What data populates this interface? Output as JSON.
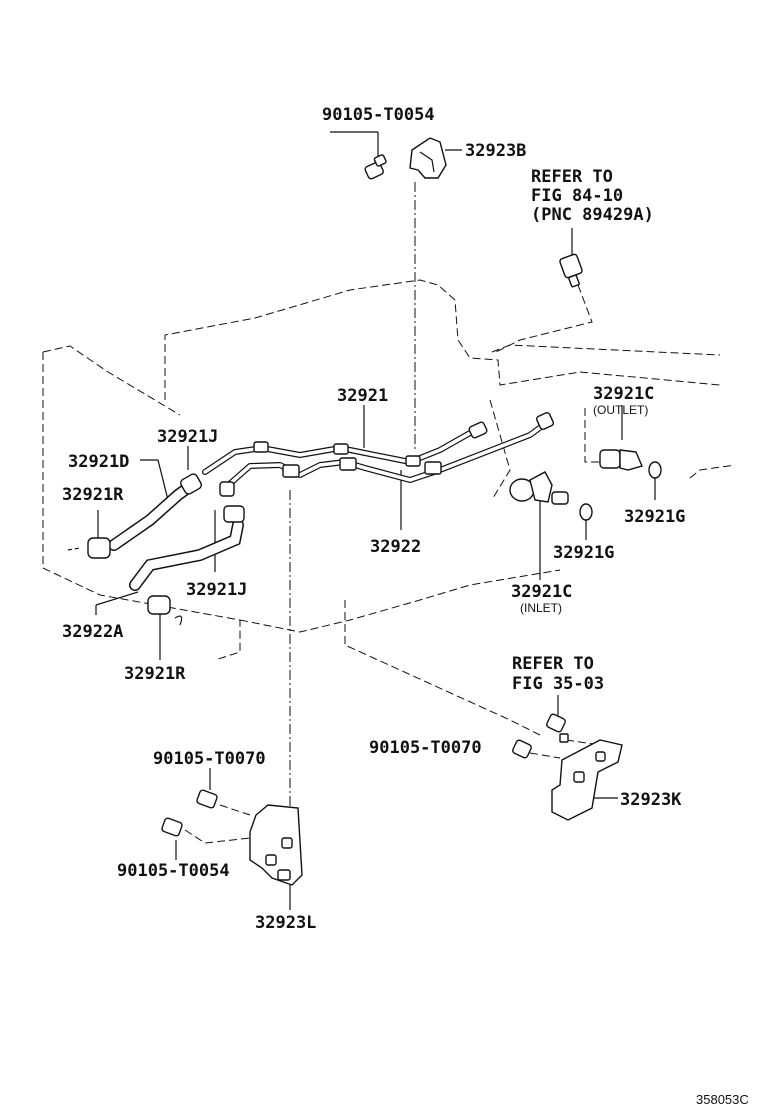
{
  "labels": {
    "bolt_top": "90105-T0054",
    "bracket_b": "32923B",
    "refer_top_1": "REFER TO",
    "refer_top_2": "FIG 84-10",
    "refer_top_3": "(PNC 89429A)",
    "tube_32921": "32921",
    "clamp_j_upper": "32921J",
    "hose_d": "32921D",
    "clamp_r_left": "32921R",
    "fitting_c_outlet": "32921C",
    "outlet_note": "(OUTLET)",
    "gasket_g_right": "32921G",
    "tube_32922": "32922",
    "gasket_g_mid": "32921G",
    "clamp_j_lower": "32921J",
    "hose_a": "32922A",
    "fitting_c_inlet": "32921C",
    "inlet_note": "(INLET)",
    "clamp_r_lower": "32921R",
    "refer_mid_1": "REFER TO",
    "refer_mid_2": "FIG 35-03",
    "bolt_mid": "90105-T0070",
    "bracket_k": "32923K",
    "bolt_bl_upper": "90105-T0070",
    "bolt_bl_lower": "90105-T0054",
    "bracket_l": "32923L",
    "figure_id": "358053C"
  },
  "colors": {
    "ink": "#111111",
    "background": "#ffffff"
  }
}
